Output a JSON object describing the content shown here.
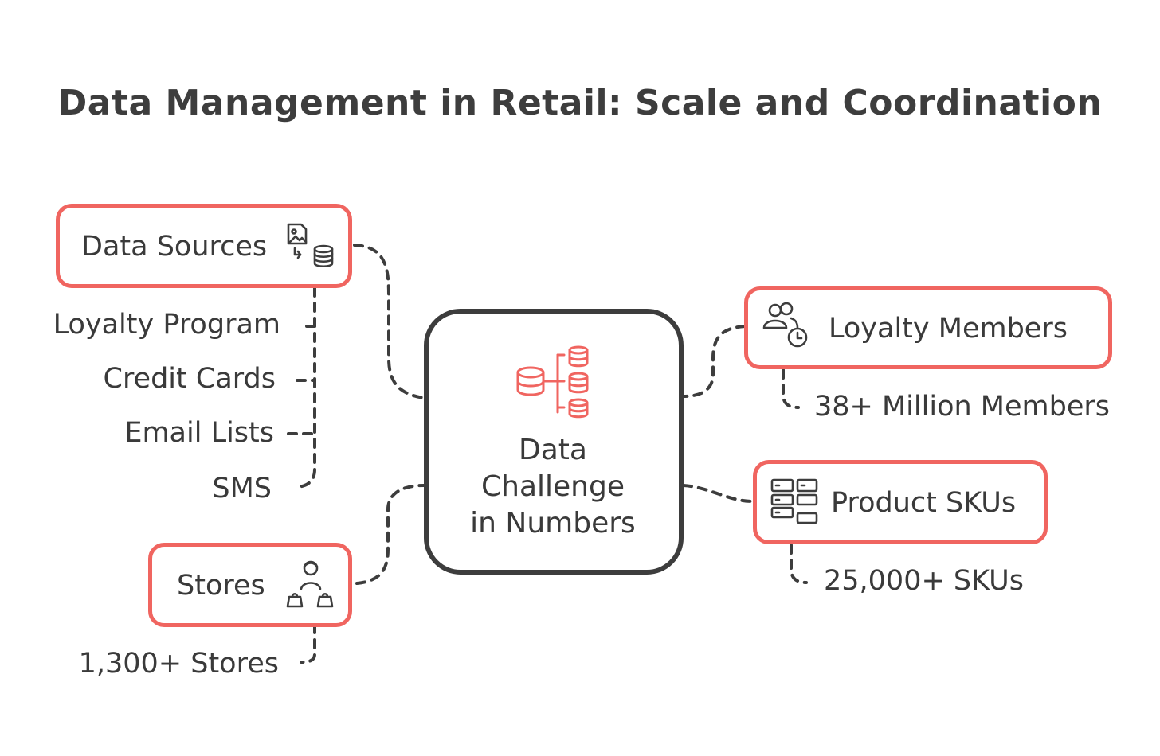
{
  "title": "Data Management in Retail: Scale and Coordination",
  "center": {
    "line1": "Data",
    "line2": "Challenge",
    "line3": "in Numbers",
    "icon": "database-hierarchy-icon"
  },
  "nodes": {
    "data_sources": {
      "label": "Data Sources",
      "icon": "image-to-database-icon",
      "items": [
        "Loyalty Program",
        "Credit Cards",
        "Email Lists",
        "SMS"
      ]
    },
    "stores": {
      "label": "Stores",
      "icon": "shopper-bags-icon",
      "detail": "1,300+ Stores"
    },
    "loyalty_members": {
      "label": "Loyalty Members",
      "icon": "users-clock-icon",
      "detail": "38+ Million Members"
    },
    "product_skus": {
      "label": "Product SKUs",
      "icon": "product-grid-icon",
      "detail": "25,000+ SKUs"
    }
  },
  "colors": {
    "accent": "#f06560",
    "ink": "#3d3d3d"
  }
}
